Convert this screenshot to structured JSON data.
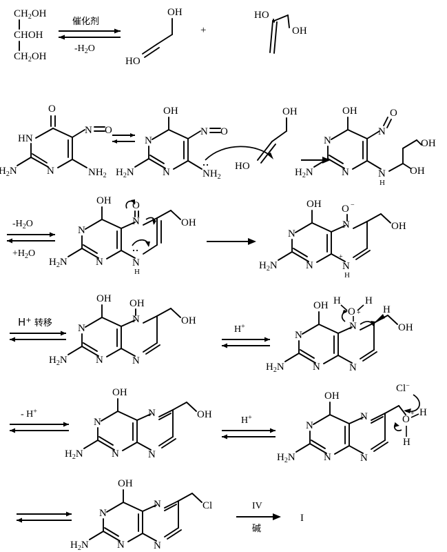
{
  "document": {
    "title": "Synthesis scheme of 6-(chloromethyl)pterin from glycerol and 2,5,6-triaminopyrimidin-4-ol (nitroso pyrimidine)",
    "kind": "chemical-reaction-scheme",
    "language": "zh-CN",
    "background_color": "#ffffff",
    "ink_color": "#000000"
  },
  "steps": [
    {
      "id": "step-1",
      "reactants": [
        "glycerol"
      ],
      "conditions_above": "催化剂",
      "conditions_below": "-H₂O",
      "arrow": "equilibrium",
      "products": [
        "(E)-but-2-ene-1,4-diol-like enol (3-hydroxyprop-1-enol)",
        "prop-1-ene-1,2-diol enol"
      ],
      "plus_sign": "+"
    },
    {
      "id": "step-2",
      "arrow": "equilibrium-short",
      "note": "tautomerization of 2,6-diamino-5-nitrosopyrimidin-4(3H)-one to its 4-hydroxy tautomer"
    },
    {
      "id": "step-3",
      "arrow": "forward",
      "note": "conjugate addition of the exocyclic 4-NH2 onto the enol, forming the N-linked 1,3-diol adduct"
    },
    {
      "id": "step-4",
      "conditions_above": "-H₂O",
      "conditions_below": "+H₂O",
      "arrow": "equilibrium",
      "note": "cyclization to the dihydropteridine N5-oxide; curved arrows show ring closure"
    },
    {
      "id": "step-5",
      "arrow": "forward",
      "note": "forms the N5-oxide / N8-H iminium zwitterion"
    },
    {
      "id": "step-6",
      "conditions_above": "H⁺ 转移",
      "arrow": "equilibrium",
      "note": "proton transfer gives the N5-hydroxy dihydropteridine"
    },
    {
      "id": "step-7",
      "conditions_above": "H⁺",
      "arrow": "equilibrium",
      "note": "protonation of the N5-OH to give the N5-OH2+ oxonium leaving group"
    },
    {
      "id": "step-8",
      "conditions_above": "- H⁺",
      "arrow": "equilibrium",
      "note": "loss of water and aromatization yields 6-(hydroxymethyl)pterin"
    },
    {
      "id": "step-9",
      "conditions_above": "H⁺",
      "arrow": "equilibrium",
      "note": "protonation of the 6-hydroxymethyl group; chloride attacks the carbon"
    },
    {
      "id": "step-10",
      "arrow": "equilibrium",
      "note": "substitution gives 6-(chloromethyl)pterin"
    },
    {
      "id": "step-11",
      "conditions_above": "IV",
      "conditions_below": "碱",
      "arrow": "forward",
      "products": [
        "I"
      ]
    }
  ],
  "labels": {
    "catalyst": "催化剂",
    "minus_water": "-H₂O",
    "plus_water": "+H₂O",
    "plus": "+",
    "h_plus_transfer_prefix": "H",
    "h_plus_transfer_sup": "+",
    "h_plus_transfer_cjk": "转移",
    "h_plus": "H",
    "h_plus_sup": "+",
    "minus_h_plus": "- H",
    "minus_h_plus_sup": "+",
    "reagent_iv": "IV",
    "base_cjk": "碱",
    "product_i": "I"
  },
  "atoms": {
    "ch2oh": "CH",
    "ch2oh_sub": "2",
    "ch2oh_tail": "OH",
    "choh": "CHOH",
    "oh": "OH",
    "ho": "HO",
    "o": "O",
    "n": "N",
    "nh": "HN",
    "nh_h": "H",
    "h2n": "H",
    "h2n_sub": "2",
    "h2n_tail": "N",
    "nh2": "NH",
    "nh2_sub": "2",
    "h": "H",
    "cl": "Cl",
    "cl_minus": "Cl",
    "minus": "−",
    "plus_charge": "+",
    "o_minus": "O"
  }
}
